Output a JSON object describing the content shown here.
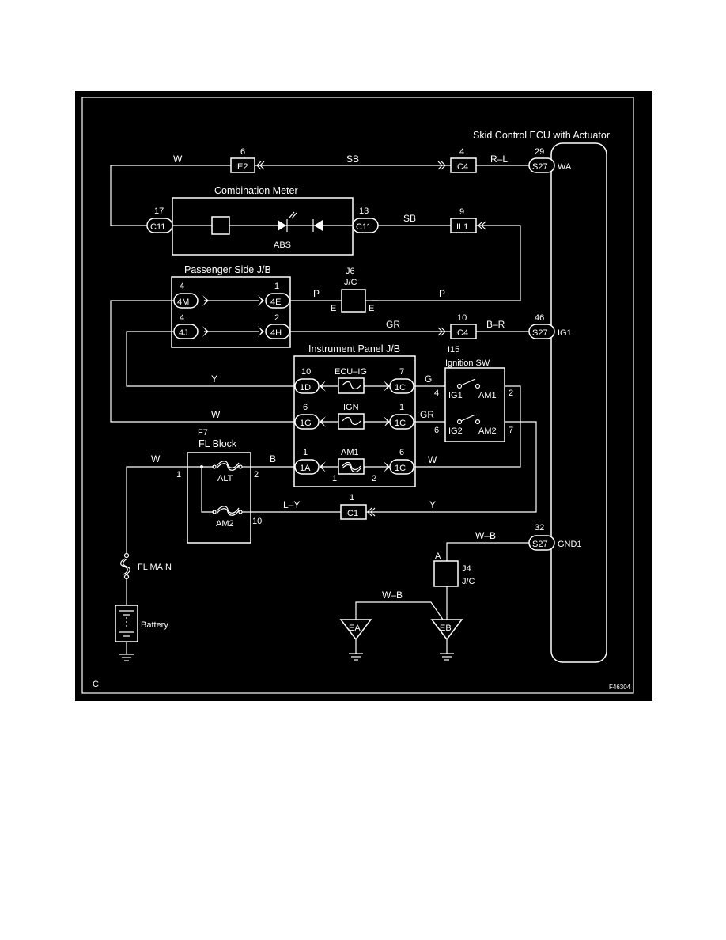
{
  "frame": {
    "corner_letter": "C",
    "figure_id": "F46304"
  },
  "components": {
    "ecu_title": "Skid Control ECU with Actuator",
    "combination_meter": "Combination Meter",
    "abs_label": "ABS",
    "passenger_jb": "Passenger Side J/B",
    "j6_id": "J6",
    "j6_type": "J/C",
    "j6_pin_left": "E",
    "j6_pin_right": "E",
    "instrument_jb": "Instrument Panel J/B",
    "i15_id": "I15",
    "ignition_sw": "Ignition SW",
    "f7_id": "F7",
    "fl_block": "FL Block",
    "fuse_alt": "ALT",
    "fuse_am2": "AM2",
    "fuse_ecu_ig": "ECU–IG",
    "fuse_ign": "IGN",
    "fuse_am1": "AM1",
    "fl_main": "FL MAIN",
    "battery": "Battery",
    "j4_id": "J4",
    "j4_type": "J/C",
    "j4_pin": "A",
    "ground_ea": "EA",
    "ground_eb": "EB"
  },
  "connectors": {
    "ie2": {
      "id": "IE2",
      "pin": "6"
    },
    "ic4_top": {
      "id": "IC4",
      "pin": "4"
    },
    "s27_wa": {
      "id": "S27",
      "pin": "29",
      "terminal": "WA"
    },
    "c11_left": {
      "id": "C11",
      "pin": "17"
    },
    "c11_right": {
      "id": "C11",
      "pin": "13"
    },
    "il1": {
      "id": "IL1",
      "pin": "9"
    },
    "j4m": {
      "id": "4M",
      "pin": "4"
    },
    "j4e": {
      "id": "4E",
      "pin": "1"
    },
    "j4j": {
      "id": "4J",
      "pin": "4"
    },
    "j4h": {
      "id": "4H",
      "pin": "2"
    },
    "ic4_mid": {
      "id": "IC4",
      "pin": "10"
    },
    "s27_ig1": {
      "id": "S27",
      "pin": "46",
      "terminal": "IG1"
    },
    "c1d": {
      "id": "1D",
      "pin": "10"
    },
    "c1c_a": {
      "id": "1C",
      "pin": "7"
    },
    "c1g": {
      "id": "1G",
      "pin": "6"
    },
    "c1c_b": {
      "id": "1C",
      "pin": "1"
    },
    "c1a": {
      "id": "1A",
      "pin": "1"
    },
    "c1c_c": {
      "id": "1C",
      "pin": "6"
    },
    "ic1": {
      "id": "IC1",
      "pin": "1"
    },
    "s27_gnd": {
      "id": "S27",
      "pin": "32",
      "terminal": "GND1"
    }
  },
  "ignition": {
    "t_ig1": "IG1",
    "t_am1": "AM1",
    "t_ig2": "IG2",
    "t_am2": "AM2",
    "p4": "4",
    "p2": "2",
    "p6": "6",
    "p7": "7"
  },
  "pins": {
    "fl_1": "1",
    "fl_2": "2",
    "fl_10": "10",
    "am1_1": "1",
    "am1_2": "2"
  },
  "wire_colors": {
    "w_top": "W",
    "sb_top": "SB",
    "rl": "R–L",
    "sb_mid": "SB",
    "p_left": "P",
    "p_right": "P",
    "gr_mid": "GR",
    "br": "B–R",
    "y_left": "Y",
    "g": "G",
    "w_left": "W",
    "gr_ign": "GR",
    "w_fl": "W",
    "b": "B",
    "w_right": "W",
    "ly": "L–Y",
    "y_right": "Y",
    "wb_top": "W–B",
    "wb_bot": "W–B"
  },
  "colors": {
    "background": "#000000",
    "lines": "#ffffff",
    "page": "#ffffff"
  }
}
